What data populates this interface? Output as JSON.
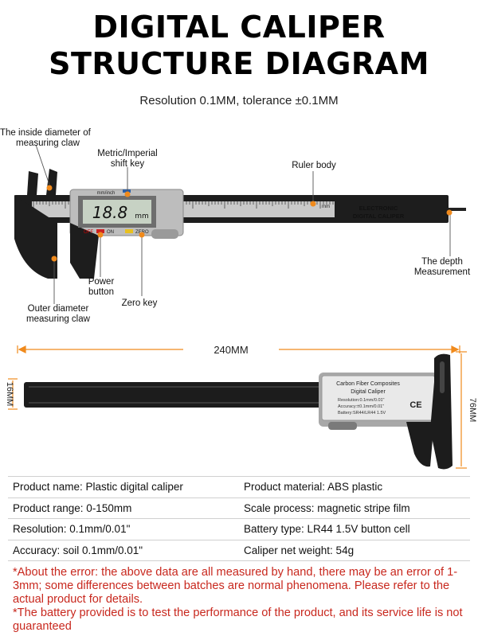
{
  "header": {
    "title_line1": "DIGITAL CALIPER",
    "title_line2": "STRUCTURE DIAGRAM",
    "subtitle": "Resolution 0.1MM, tolerance ±0.1MM"
  },
  "callouts": {
    "inside_diameter": [
      "The inside diameter of",
      "measuring claw"
    ],
    "metric_imperial": [
      "Metric/Imperial",
      "shift key"
    ],
    "ruler_body": "Ruler body",
    "depth": [
      "The depth",
      "Measurement"
    ],
    "power": [
      "Power",
      "button"
    ],
    "zero_key": "Zero key",
    "outer_diameter": [
      "Outer diameter",
      "measuring claw"
    ]
  },
  "caliper_top": {
    "display": "18.8",
    "unit": "mm",
    "unit_switch": "mm/inch",
    "off": "OFF",
    "on": "ON",
    "zero": "ZERO",
    "brand_line1": "ELECTRONIC",
    "brand_line2": "DIGITAL CALIPER",
    "scale_mm": "mm"
  },
  "dimensions": {
    "length": "240MM",
    "height_left": "16MM",
    "height_right": "76MM"
  },
  "caliper_bottom": {
    "label_line1": "Carbon Fiber Composites",
    "label_line2": "Digital Caliper",
    "label_line3": "Resolution:0.1mm/0.01\"",
    "label_line4": "Accuracy:±0.1mm/0.01\"",
    "label_line5": "Battery:SR44/LR44 1.5V",
    "ce": "CE"
  },
  "specs": [
    [
      "Product name: Plastic digital caliper",
      "Product material: ABS plastic"
    ],
    [
      "Product range: 0-150mm",
      "Scale process: magnetic stripe film"
    ],
    [
      "Resolution: 0.1mm/0.01\"",
      "Battery type: LR44 1.5V button cell"
    ],
    [
      "Accuracy: soil 0.1mm/0.01\"",
      "Caliper net weight: 54g"
    ]
  ],
  "notes": [
    "*About the error: the above data are all measured by hand, there may be an error of 1-3mm; some differences between batches are normal phenomena. Please refer to the actual product for details.",
    "*The battery provided is to test the performance of the product, and its service life is not guaranteed"
  ],
  "colors": {
    "accent": "#f08a1c",
    "note": "#c8281e"
  }
}
